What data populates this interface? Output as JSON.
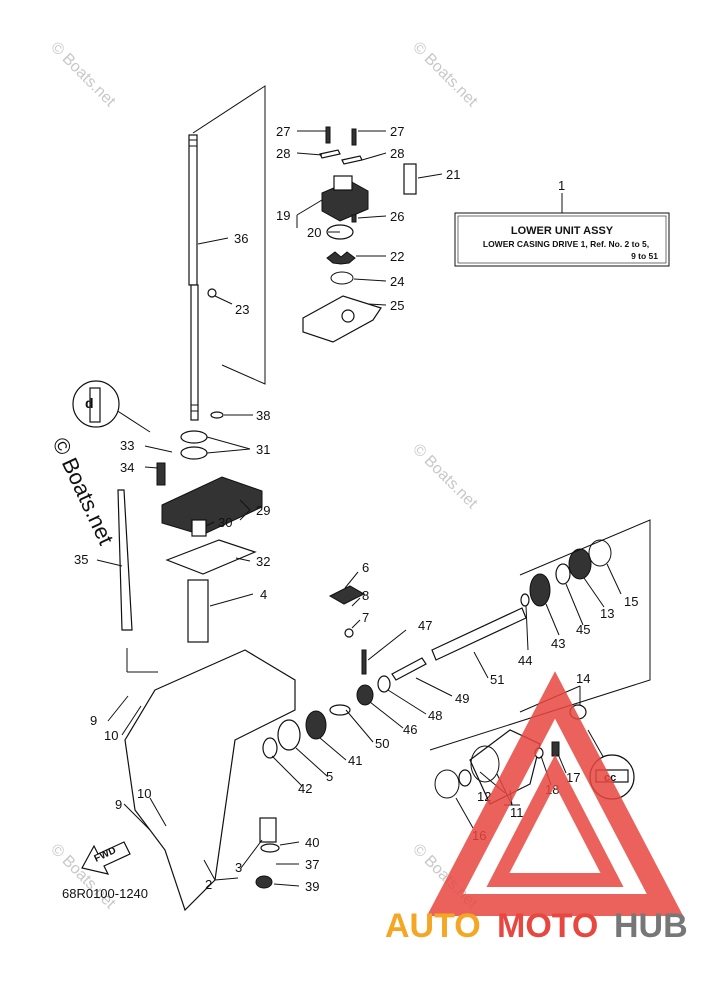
{
  "assembly_box": {
    "ref": "1",
    "title": "LOWER UNIT ASSY",
    "line1": "LOWER CASING DRIVE 1, Ref. No. 2 to 5,",
    "line2": "9 to 51"
  },
  "labels": {
    "p2": "2",
    "p3": "3",
    "p4": "4",
    "p5": "5",
    "p6": "6",
    "p7": "7",
    "p8": "8",
    "p9a": "9",
    "p9b": "9",
    "p10a": "10",
    "p10b": "10",
    "p11": "11",
    "p12": "12",
    "p13": "13",
    "p14": "14",
    "p15": "15",
    "p16": "16",
    "p17": "17",
    "p18": "18",
    "p19": "19",
    "p20": "20",
    "p21": "21",
    "p22": "22",
    "p23": "23",
    "p24": "24",
    "p25": "25",
    "p26": "26",
    "p27a": "27",
    "p27b": "27",
    "p28a": "28",
    "p28b": "28",
    "p29": "29",
    "p30": "30",
    "p31": "31",
    "p32": "32",
    "p33": "33",
    "p34": "34",
    "p35": "35",
    "p36": "36",
    "p37": "37",
    "p38": "38",
    "p39": "39",
    "p40": "40",
    "p41": "41",
    "p42": "42",
    "p43": "43",
    "p44": "44",
    "p45": "45",
    "p46": "46",
    "p47": "47",
    "p48": "48",
    "p49": "49",
    "p50": "50",
    "p51": "51"
  },
  "diagram_code": "68R0100-1240",
  "fwd_label": "FWD",
  "grease_symbol": "d",
  "cc_symbol": "cc",
  "watermark": "© Boats.net",
  "logo": {
    "part1": "AUTO",
    "part2": "MOTO",
    "part3": "HUB",
    "color1": "#f5a623",
    "color2": "#e8473f",
    "color3": "#777777"
  }
}
